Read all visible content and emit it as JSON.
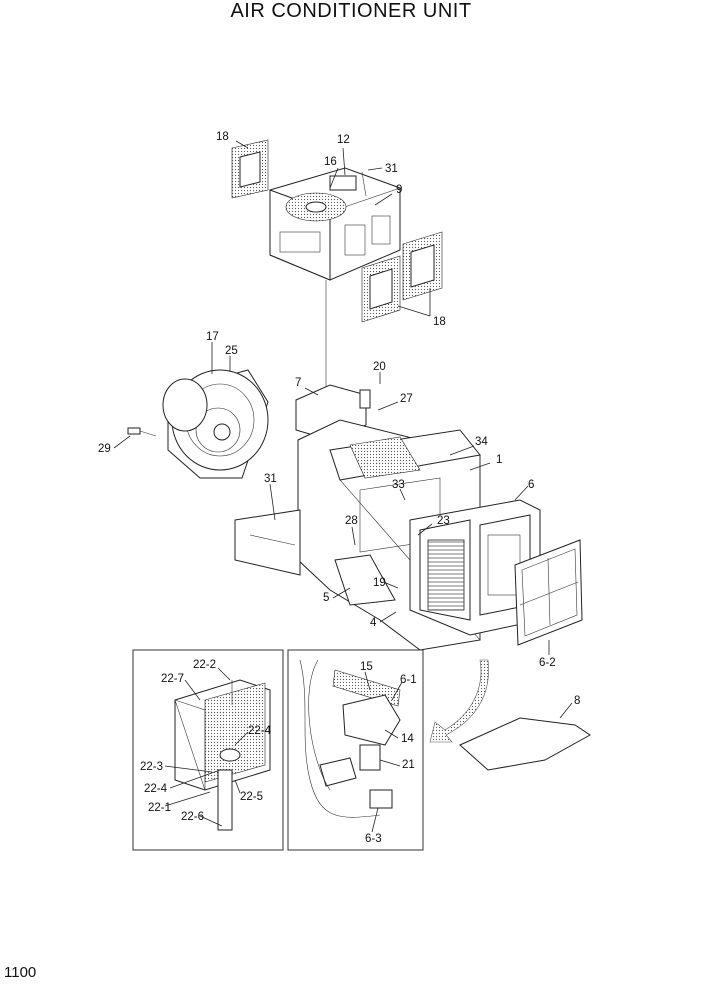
{
  "title": "AIR CONDITIONER UNIT",
  "page_number": "1100",
  "callouts": {
    "c18a": "18",
    "c12": "12",
    "c16": "16",
    "c31a": "31",
    "c9": "9",
    "c18b": "18",
    "c17": "17",
    "c25": "25",
    "c7": "7",
    "c20": "20",
    "c27": "27",
    "c29": "29",
    "c34": "34",
    "c1": "1",
    "c6": "6",
    "c31b": "31",
    "c33": "33",
    "c28": "28",
    "c23": "23",
    "c19": "19",
    "c5": "5",
    "c4": "4",
    "c62": "6-2",
    "c8": "8",
    "c222": "22-2",
    "c227": "22-7",
    "c224a": "22-4",
    "c223": "22-3",
    "c224b": "22-4",
    "c225": "22-5",
    "c221": "22-1",
    "c226": "22-6",
    "c15": "15",
    "c61": "6-1",
    "c14": "14",
    "c21": "21",
    "c63": "6-3"
  }
}
